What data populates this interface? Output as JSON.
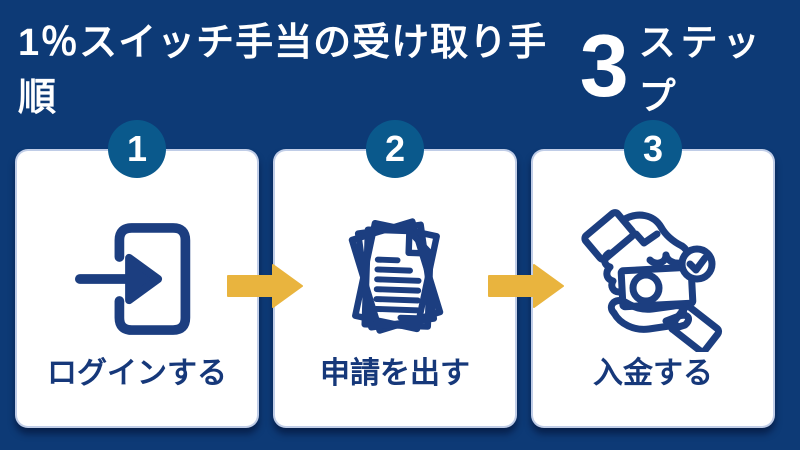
{
  "title": {
    "prefix": "1％スイッチ手当の受け取り手順",
    "big_number": "3",
    "suffix": "ステップ"
  },
  "steps": [
    {
      "number": "1",
      "label": "ログインする",
      "icon": "login-icon"
    },
    {
      "number": "2",
      "label": "申請を出す",
      "icon": "documents-icon"
    },
    {
      "number": "3",
      "label": "入金する",
      "icon": "receive-money-icon"
    }
  ],
  "colors": {
    "background": "#0d3a76",
    "card": "#ffffff",
    "accent_arrow": "#e9b43e",
    "step_circle": "#0a598c",
    "icon_stroke": "#1c3e80",
    "label_text": "#16387a",
    "title_text": "#ffffff"
  }
}
